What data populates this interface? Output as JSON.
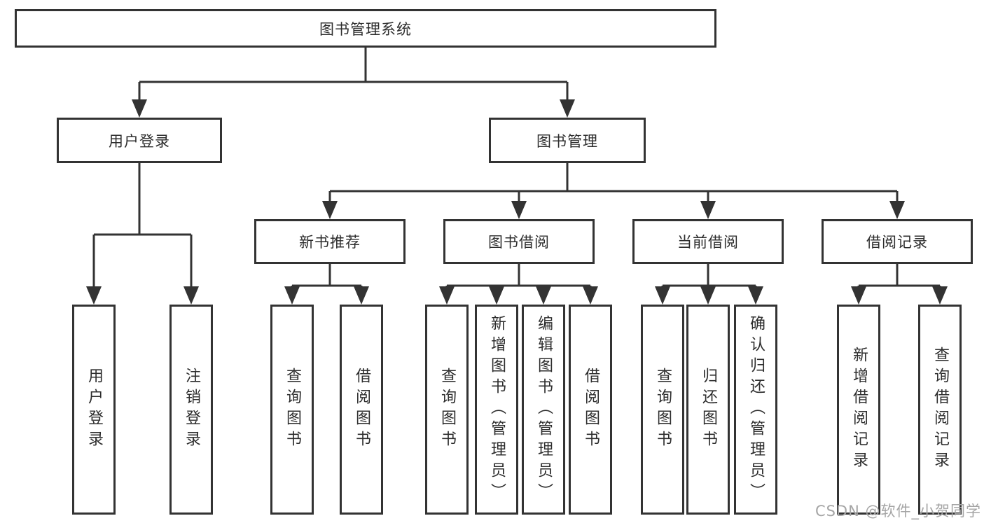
{
  "diagram": {
    "type": "tree",
    "title": "图书管理系统",
    "colors": {
      "line": "#333333",
      "box_border": "#333333",
      "text": "#2d2d2d",
      "background": "#ffffff",
      "watermark": "#a5a5a5"
    },
    "nodes": {
      "root": "图书管理系统",
      "user_login": "用户登录",
      "book_management": "图书管理",
      "new_book_recommend": "新书推荐",
      "book_borrowing": "图书借阅",
      "current_borrowing": "当前借阅",
      "borrowing_records": "借阅记录",
      "leaf_user_login": "用户登录",
      "leaf_logout": "注销登录",
      "leaf_rec_query_books": "查询图书",
      "leaf_rec_borrow_books": "借阅图书",
      "leaf_bor_query_books": "查询图书",
      "leaf_bor_add_books_admin": "新增图书（管理员）",
      "leaf_bor_edit_books_admin": "编辑图书（管理员）",
      "leaf_bor_borrow_books": "借阅图书",
      "leaf_cur_query_books": "查询图书",
      "leaf_cur_return_books": "归还图书",
      "leaf_cur_confirm_return_admin": "确认归还（管理员）",
      "leaf_log_add_record": "新增借阅记录",
      "leaf_log_query_record": "查询借阅记录"
    },
    "hierarchy": {
      "图书管理系统": {
        "用户登录": [
          "用户登录",
          "注销登录"
        ],
        "图书管理": {
          "新书推荐": [
            "查询图书",
            "借阅图书"
          ],
          "图书借阅": [
            "查询图书",
            "新增图书（管理员）",
            "编辑图书（管理员）",
            "借阅图书"
          ],
          "当前借阅": [
            "查询图书",
            "归还图书",
            "确认归还（管理员）"
          ],
          "借阅记录": [
            "新增借阅记录",
            "查询借阅记录"
          ]
        }
      }
    },
    "watermark": "CSDN @软件_小贺同学"
  }
}
